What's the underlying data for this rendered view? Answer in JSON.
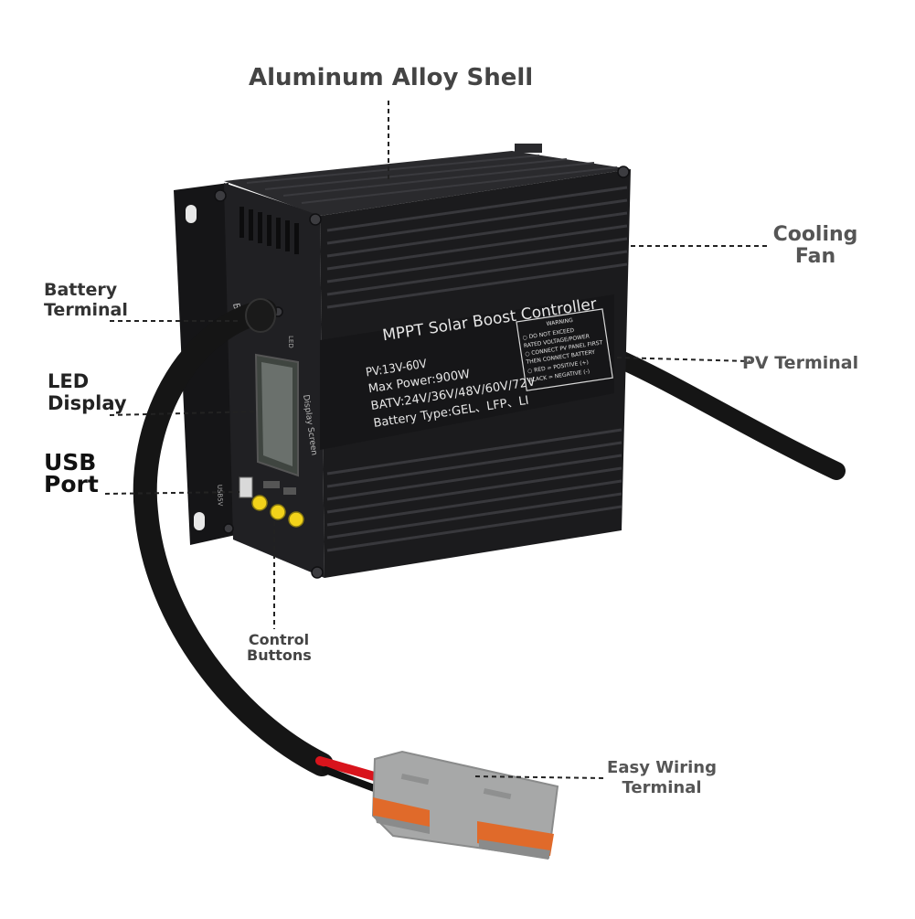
{
  "callouts": {
    "shell": "Aluminum Alloy Shell",
    "fan": [
      "Cooling",
      "Fan"
    ],
    "battery": [
      "Battery",
      "Terminal"
    ],
    "led": [
      "LED",
      "Display"
    ],
    "usb": [
      "USB",
      "Port"
    ],
    "pv": "PV Terminal",
    "buttons": [
      "Control",
      "Buttons"
    ],
    "wiring": [
      "Easy Wiring",
      "Terminal"
    ]
  },
  "device": {
    "title": "MPPT Solar Boost Controller",
    "specs": [
      "PV:13V-60V",
      "Max Power:900W",
      "BATV:24V/36V/48V/60V/72V",
      "Battery Type:GEL、LFP、LI"
    ],
    "warning_title": "WARNING",
    "warning_lines": [
      "○ DO NOT EXCEED",
      "RATED VOLTAGE/POWER",
      "○ CONNECT PV PANEL FIRST",
      "THEN CONNECT BATTERY",
      "○ RED = POSITIVE (+)",
      "BLACK = NEGATIVE (-)"
    ],
    "side_display": "Display Screen",
    "side_battery": "Ba",
    "side_led": "LED",
    "side_usb": "USB5V"
  },
  "colors": {
    "body": "#1b1b1d",
    "fin": "#2c2c2f",
    "label_text": "#e6e6e6",
    "button": "#f2d21a",
    "connector": "#a7a8a8",
    "lever": "#e06a2a",
    "cable": "#151515"
  }
}
